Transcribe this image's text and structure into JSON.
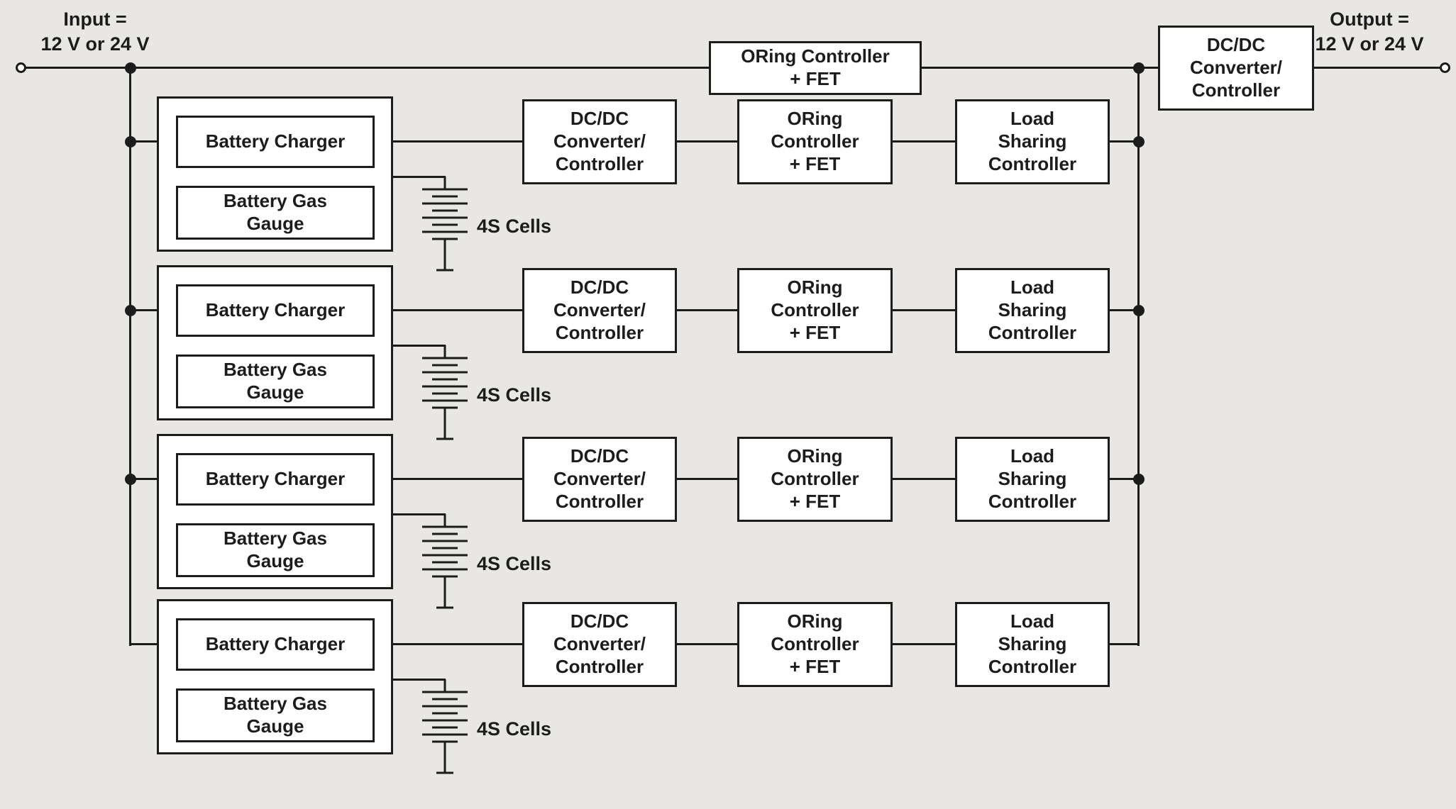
{
  "colors": {
    "background": "#e8e7e4",
    "line": "#1c1c1c",
    "box_fill": "#ffffff"
  },
  "io": {
    "input_label": "Input =\n12 V or 24 V",
    "output_label": "Output =\n12 V or 24 V"
  },
  "top_path": {
    "oring_label": "ORing Controller\n+ FET",
    "converter_label": "DC/DC\nConverter/\nController"
  },
  "rows": [
    {
      "charger_label": "Battery Charger",
      "gauge_label": "Battery Gas\nGauge",
      "cells_label": "4S Cells",
      "converter_label": "DC/DC\nConverter/\nController",
      "oring_label": "ORing\nController\n+ FET",
      "load_label": "Load\nSharing\nController"
    },
    {
      "charger_label": "Battery Charger",
      "gauge_label": "Battery Gas\nGauge",
      "cells_label": "4S Cells",
      "converter_label": "DC/DC\nConverter/\nController",
      "oring_label": "ORing\nController\n+ FET",
      "load_label": "Load\nSharing\nController"
    },
    {
      "charger_label": "Battery Charger",
      "gauge_label": "Battery Gas\nGauge",
      "cells_label": "4S Cells",
      "converter_label": "DC/DC\nConverter/\nController",
      "oring_label": "ORing\nController\n+ FET",
      "load_label": "Load\nSharing\nController"
    },
    {
      "charger_label": "Battery Charger",
      "gauge_label": "Battery Gas\nGauge",
      "cells_label": "4S Cells",
      "converter_label": "DC/DC\nConverter/\nController",
      "oring_label": "ORing\nController\n+ FET",
      "load_label": "Load\nSharing\nController"
    }
  ]
}
